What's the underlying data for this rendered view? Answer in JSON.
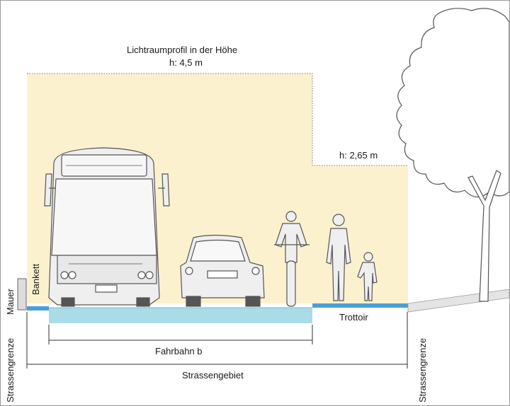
{
  "labels": {
    "profile_title": "Lichtraumprofil in der Höhe",
    "profile_height_main": "h: 4,5 m",
    "profile_height_sidewalk": "h: 2,65 m",
    "mauer": "Mauer",
    "bankett": "Bankett",
    "trottoir": "Trottoir",
    "fahrbahn": "Fahrbahn b",
    "strassengebiet": "Strassengebiet",
    "strassengrenze_left": "Strassengrenze",
    "strassengrenze_right": "Strassengrenze"
  },
  "colors": {
    "clearance_fill": "#fbf1cf",
    "road_surface": "#a9dbe8",
    "curb_blue": "#4a9fd6",
    "figure_fill": "#eeeeee",
    "figure_stroke": "#555555",
    "tree_stroke": "#555555"
  },
  "icons": [
    "bus-icon",
    "car-icon",
    "cyclist-icon",
    "pedestrian-adult-icon",
    "pedestrian-child-icon",
    "tree-icon",
    "wall-icon"
  ]
}
